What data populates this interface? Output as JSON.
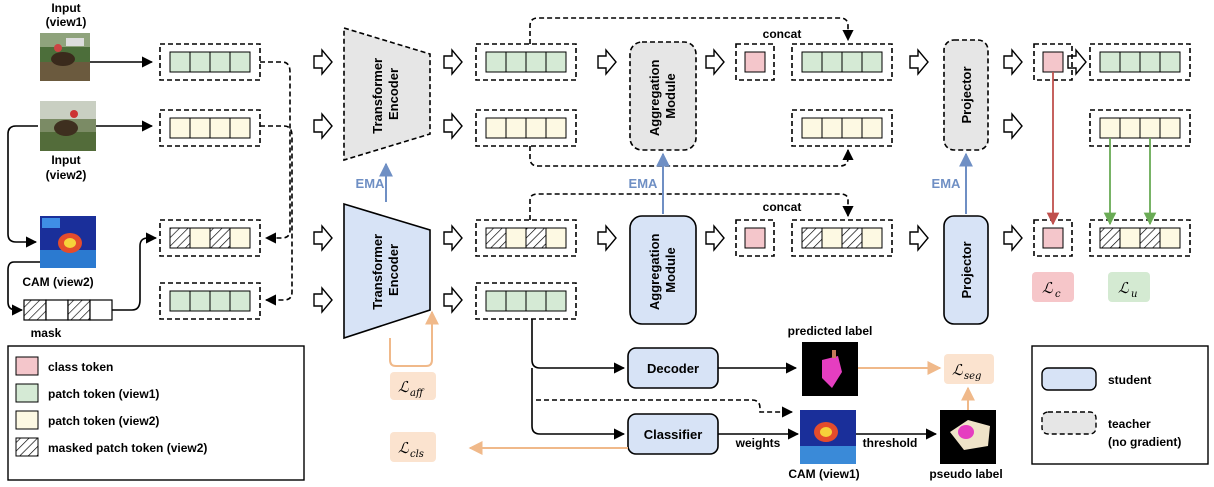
{
  "inputs": {
    "view1_label": "Input\n(view1)",
    "view2_label": "Input\n(view2)",
    "cam_view2_label": "CAM (view2)",
    "mask_label": "mask"
  },
  "teacher": {
    "encoder_label": "Transformer\nEncoder",
    "aggregation_label": "Aggregation\nModule",
    "projector_label": "Projector",
    "concat_label": "concat"
  },
  "student": {
    "encoder_label": "Transformer\nEncoder",
    "aggregation_label": "Aggregation\nModule",
    "projector_label": "Projector",
    "concat_label": "concat",
    "decoder_label": "Decoder",
    "classifier_label": "Classifier"
  },
  "ema_label": "EMA",
  "labels": {
    "predicted_label": "predicted label",
    "cam_view1": "CAM (view1)",
    "pseudo_label": "pseudo label",
    "weights": "weights",
    "threshold": "threshold"
  },
  "losses": {
    "c": {
      "main": "ℒ",
      "sub": "c"
    },
    "u": {
      "main": "ℒ",
      "sub": "u"
    },
    "aff": {
      "main": "ℒ",
      "sub": "aff"
    },
    "cls": {
      "main": "ℒ",
      "sub": "cls"
    },
    "seg": {
      "main": "ℒ",
      "sub": "seg"
    }
  },
  "legend_left": [
    {
      "label": "class token",
      "swatch": "class"
    },
    {
      "label": "patch token (view1)",
      "swatch": "view1"
    },
    {
      "label": "patch token (view2)",
      "swatch": "view2"
    },
    {
      "label": "masked patch token (view2)",
      "swatch": "masked"
    }
  ],
  "legend_right": {
    "student": "student",
    "teacher": "teacher",
    "teacher_note": "(no gradient)"
  },
  "colors": {
    "class_token": "#f4c6cb",
    "patch_view1": "#d5ead5",
    "patch_view2": "#fdf9e3",
    "student_fill": "#d7e3f6",
    "teacher_fill": "#e6e6e6",
    "ema_arrow": "#6f8fc4",
    "loss_arrow": "#f0b98a",
    "loss_c_bg": "#f6c6c9",
    "loss_u_bg": "#d4ead2",
    "loss_other_bg": "#fbe3cf",
    "red_arrow": "#c0504d",
    "green_arrow": "#6aab55"
  }
}
